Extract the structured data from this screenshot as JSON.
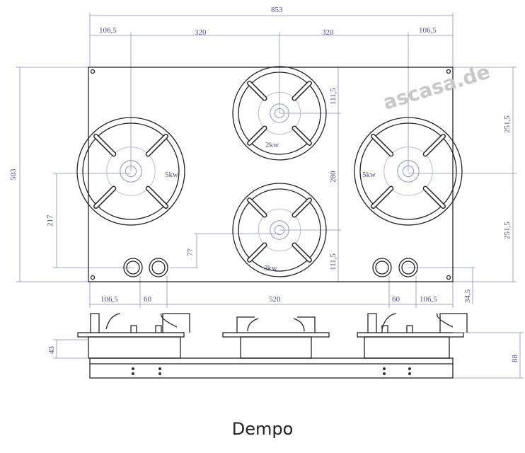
{
  "title": "Dempo",
  "watermark": "ascasa.de",
  "dimensions": {
    "overall_width": "853",
    "left_offset": "106,5",
    "span_left": "320",
    "span_right": "320",
    "right_offset": "106,5",
    "overall_depth": "503",
    "left_burner_height": "217",
    "knob_height": "77",
    "top_burner_offset": "111,5",
    "burner_spacing": "280",
    "bottom_burner_offset": "111,5",
    "right_upper": "251,5",
    "right_lower": "251,5",
    "bottom_left_offset": "106,5",
    "knob_gap_left": "60",
    "knob_span": "520",
    "knob_gap_right": "60",
    "bottom_right_offset": "106,5",
    "knob_edge": "34,5",
    "plate_height": "43",
    "total_height": "88"
  },
  "burners": {
    "left": "5kw",
    "top_center": "2kw",
    "right": "5kw",
    "bottom_center": "3kw"
  }
}
